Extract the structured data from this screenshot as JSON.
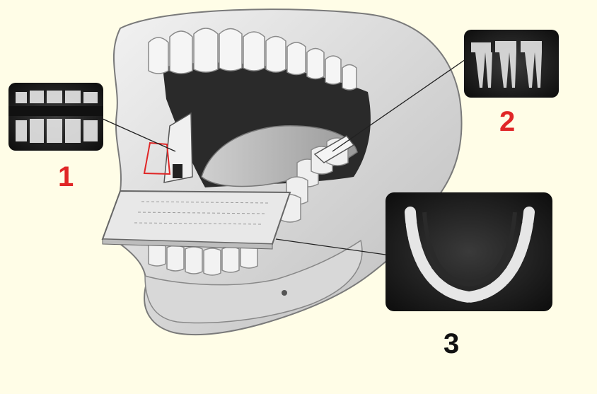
{
  "labels": {
    "film1": "1",
    "film2": "2",
    "film3": "3"
  },
  "colors": {
    "background": "#fffde7",
    "label_red": "#e02626",
    "label_black": "#111111",
    "xray_dark": "#1c1c1c",
    "bone": "#e6e6e6"
  }
}
